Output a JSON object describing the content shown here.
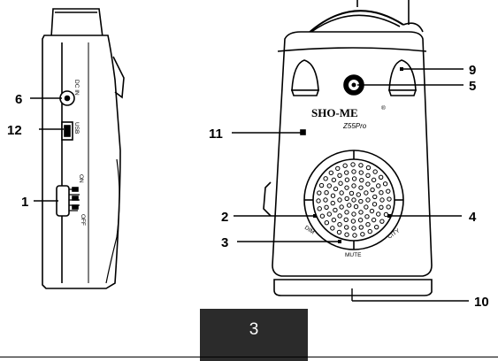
{
  "callouts": {
    "c1": "1",
    "c2": "2",
    "c3": "3",
    "c4": "4",
    "c5": "5",
    "c6": "6",
    "c9": "9",
    "c10": "10",
    "c11": "11",
    "c12": "12"
  },
  "side_labels": {
    "dc_in": "DC IN",
    "usb": "USB",
    "on": "ON",
    "off": "OFF"
  },
  "front_labels": {
    "brand": "SHO-ME",
    "trademark": "®",
    "model": "Z55Pro",
    "dim": "DIM",
    "mute": "MUTE",
    "city": "CITY"
  },
  "footer": {
    "page_number": "3"
  }
}
